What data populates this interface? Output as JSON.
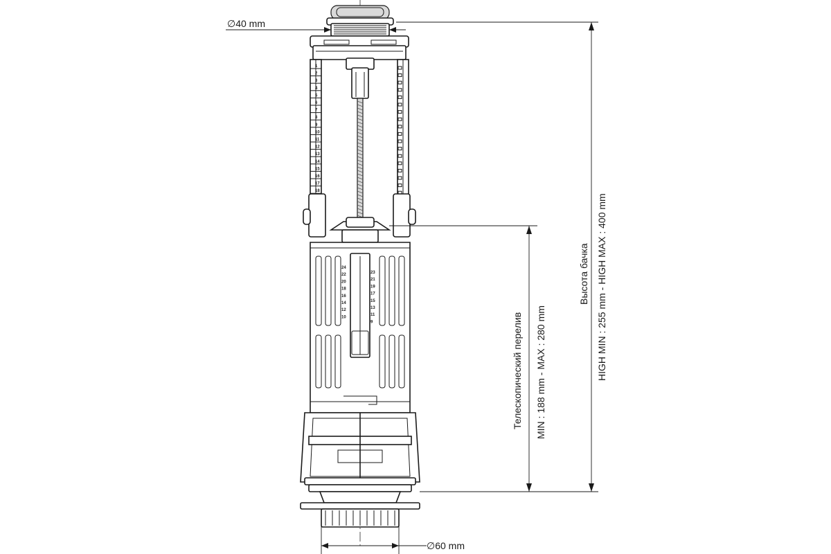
{
  "labels": {
    "top_diameter": "∅40 mm",
    "bottom_diameter": "∅60 mm",
    "overflow_title": "Телескопический перелив",
    "overflow_range": "MIN : 188 mm - MAX : 280 mm",
    "tank_title": "Высота бачка",
    "tank_range": "HIGH MIN : 255 mm - HIGH MAX : 400 mm"
  },
  "scales": {
    "upper": [
      "1",
      "2",
      "3",
      "4",
      "5",
      "6",
      "7",
      "8",
      "9",
      "10",
      "11",
      "12",
      "13",
      "14",
      "15",
      "16",
      "17",
      "18"
    ],
    "lower_left": [
      "24",
      "22",
      "20",
      "18",
      "16",
      "14",
      "12",
      "10"
    ],
    "lower_right": [
      "23",
      "21",
      "19",
      "17",
      "15",
      "13",
      "11",
      "9"
    ]
  }
}
